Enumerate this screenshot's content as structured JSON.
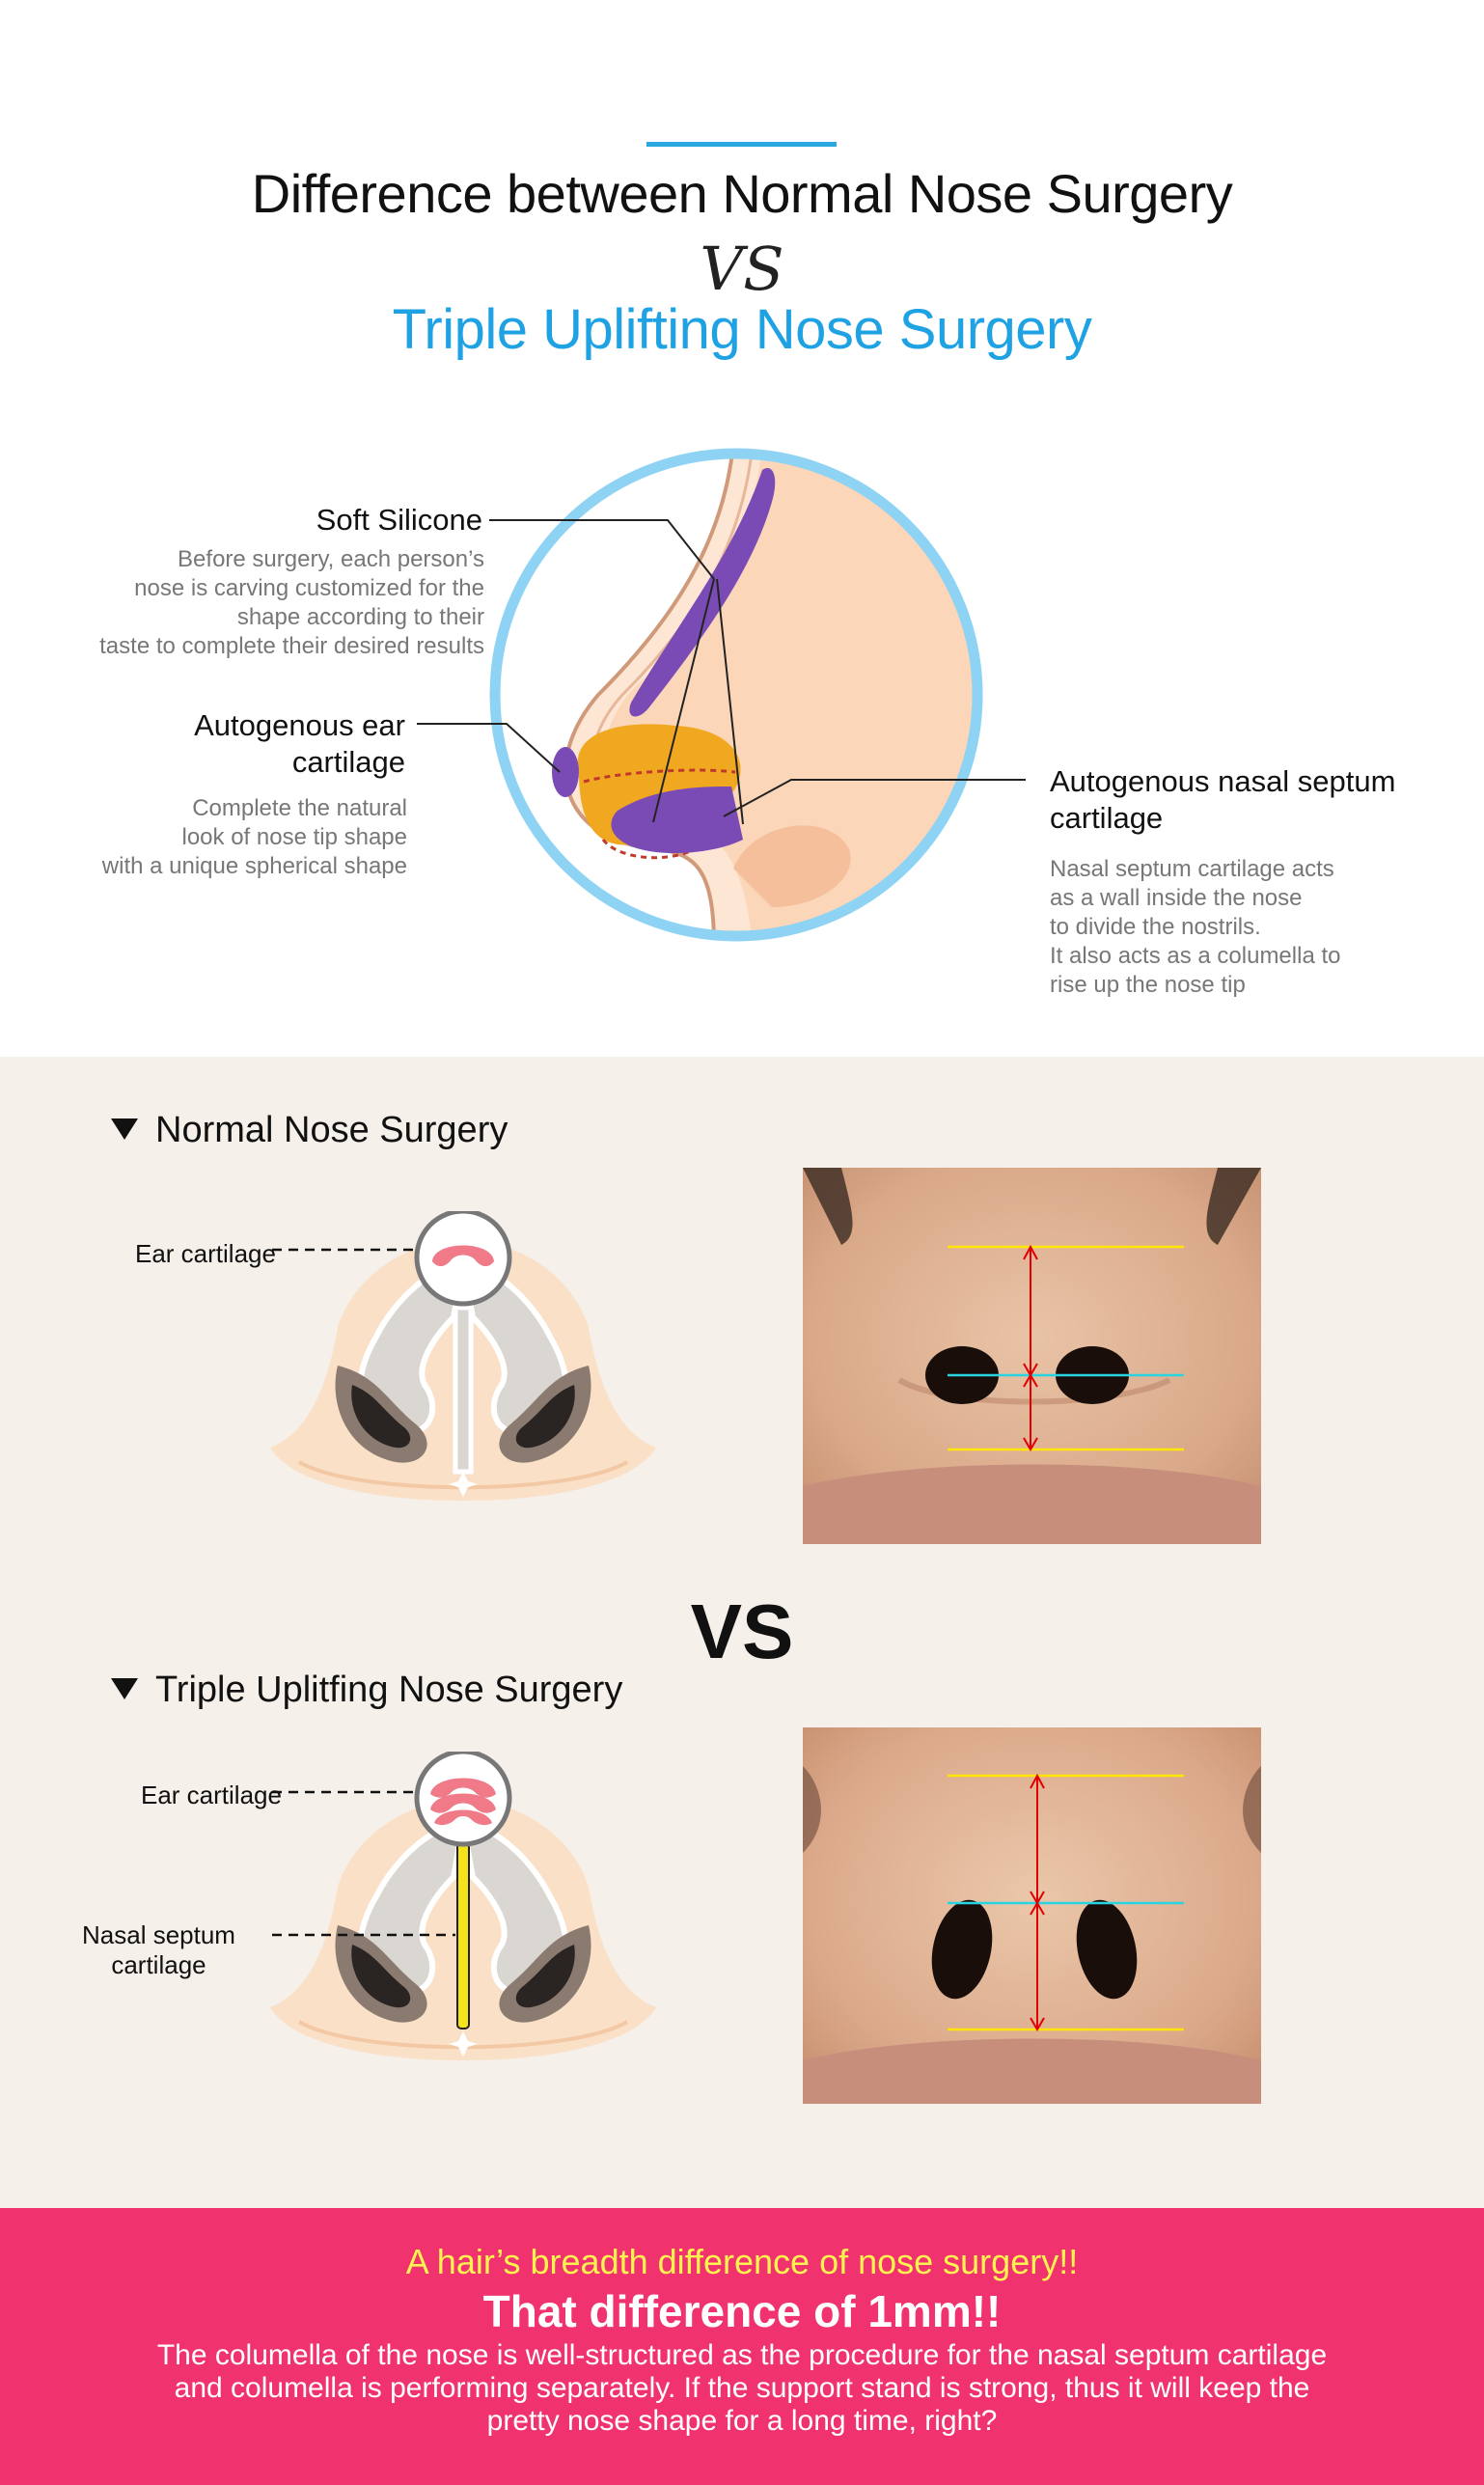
{
  "header": {
    "title_line1": "Difference between Normal Nose Surgery",
    "title_vs": "VS",
    "title_line2": "Triple Uplifting Nose Surgery"
  },
  "diagram": {
    "soft_silicone": {
      "title": "Soft Silicone",
      "desc": [
        "Before surgery, each person’s",
        "nose is carving customized for the",
        "shape according to their",
        "taste to complete their desired results"
      ]
    },
    "ear_cartilage": {
      "title": [
        "Autogenous ear",
        "cartilage"
      ],
      "desc": [
        "Complete the natural",
        "look of nose tip shape",
        "with a unique spherical shape"
      ]
    },
    "septum_cartilage": {
      "title": [
        "Autogenous nasal septum",
        "cartilage"
      ],
      "desc": [
        "Nasal septum cartilage acts",
        "as a wall inside the nose",
        "to divide the nostrils.",
        "It also acts as a columella to",
        "rise up the nose tip"
      ]
    }
  },
  "comparison": {
    "normal": {
      "title": "Normal Nose Surgery",
      "label_ear": "Ear cartilage"
    },
    "vs": "VS",
    "triple": {
      "title": "Triple Uplitfing Nose Surgery",
      "label_ear": "Ear cartilage",
      "label_septum": [
        "Nasal septum",
        "cartilage"
      ]
    }
  },
  "footer": {
    "line1": "A hair’s breadth difference of nose surgery!!",
    "line2": "That difference of 1mm!!",
    "body": [
      "The columella of the nose is well-structured as the procedure for the nasal septum cartilage",
      "and columella is performing separately. If the support stand is strong, thus it will keep the",
      "pretty nose shape for a long time, right?"
    ]
  },
  "colors": {
    "accent_blue": "#1ea2e3",
    "circle_blue": "#8fd3f4",
    "purple": "#7b4bb5",
    "orange": "#f0a820",
    "skin": "#fbe0c8",
    "pink_banner": "#f0336f",
    "yellow_text": "#fff44f",
    "beige_bg": "#f5f0e9"
  }
}
